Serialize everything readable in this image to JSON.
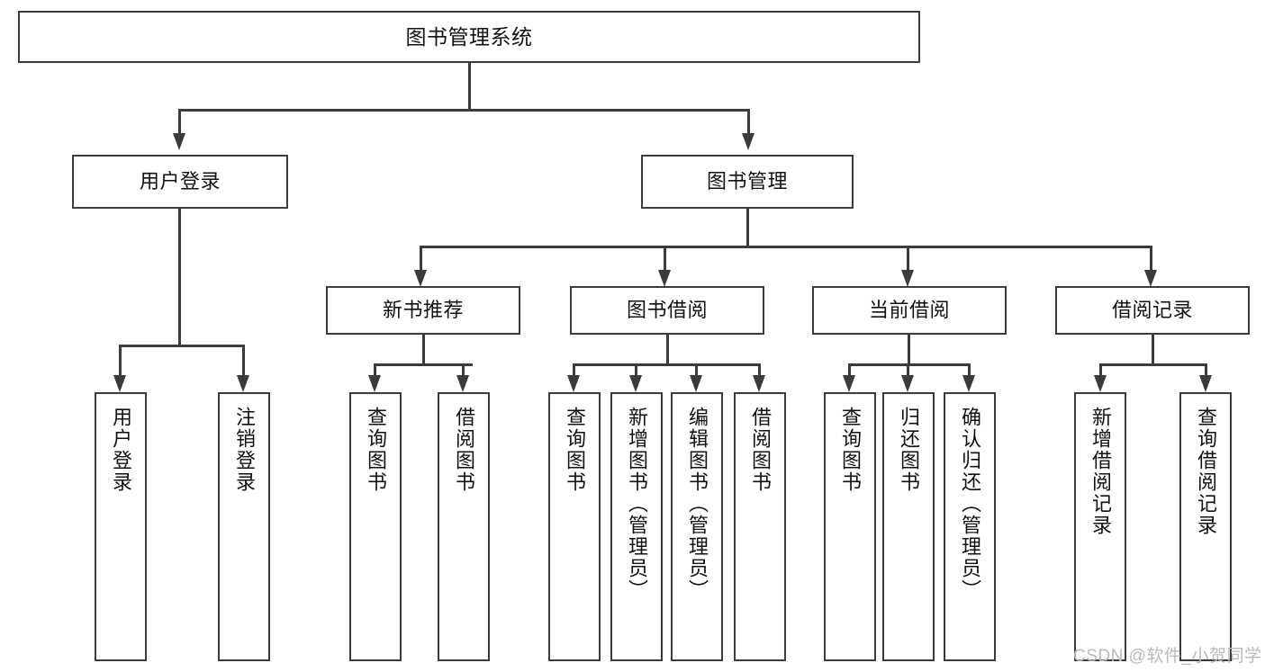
{
  "diagram": {
    "title": "图书管理系统",
    "type": "hierarchy-tree",
    "watermark": "CSDN @软件_小贺同学",
    "colors": {
      "stroke": "#3b3b3b",
      "fill": "#ffffff",
      "text": "#111111",
      "watermark": "#b9b9b9"
    },
    "root": {
      "label": "图书管理系统"
    },
    "level2": [
      {
        "label": "用户登录"
      },
      {
        "label": "图书管理"
      }
    ],
    "level3": [
      {
        "label": "新书推荐"
      },
      {
        "label": "图书借阅"
      },
      {
        "label": "当前借阅"
      },
      {
        "label": "借阅记录"
      }
    ],
    "leaves": {
      "user_login": [
        {
          "label": "用户登录"
        },
        {
          "label": "注销登录"
        }
      ],
      "new_book": [
        {
          "label": "查询图书"
        },
        {
          "label": "借阅图书"
        }
      ],
      "book_borrow": [
        {
          "label": "查询图书"
        },
        {
          "label": "新增图书（管理员）"
        },
        {
          "label": "编辑图书（管理员）"
        },
        {
          "label": "借阅图书"
        }
      ],
      "current_borrow": [
        {
          "label": "查询图书"
        },
        {
          "label": "归还图书"
        },
        {
          "label": "确认归还（管理员）"
        }
      ],
      "borrow_record": [
        {
          "label": "新增借阅记录"
        },
        {
          "label": "查询借阅记录"
        }
      ]
    }
  }
}
